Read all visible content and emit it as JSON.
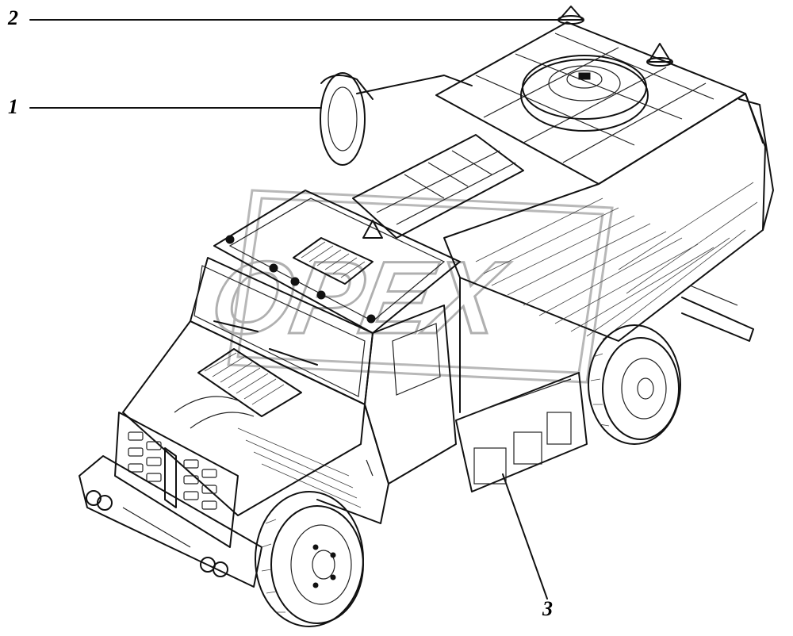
{
  "callouts": [
    {
      "id": "2",
      "label": "2"
    },
    {
      "id": "1",
      "label": "1"
    },
    {
      "id": "3",
      "label": "3"
    }
  ],
  "watermark": {
    "text": "ОРЕХ"
  },
  "colors": {
    "ink": "#111111",
    "background": "#ffffff",
    "watermark": "#b8b8b8"
  }
}
